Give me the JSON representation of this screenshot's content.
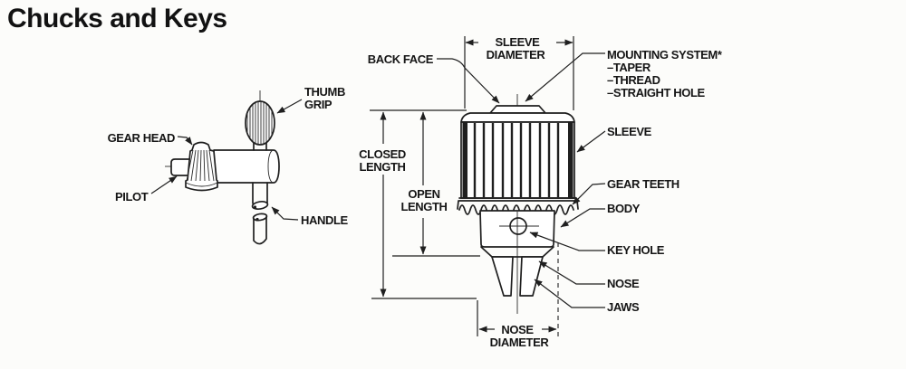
{
  "title": "Chucks and Keys",
  "colors": {
    "ink": "#1f1f1f",
    "background": "#fcfcfa"
  },
  "chuck_key": {
    "labels": {
      "thumb_grip_1": "THUMB",
      "thumb_grip_2": "GRIP",
      "gear_head": "GEAR HEAD",
      "pilot": "PILOT",
      "handle": "HANDLE"
    }
  },
  "chuck": {
    "labels": {
      "back_face": "BACK FACE",
      "sleeve_diameter_1": "SLEEVE",
      "sleeve_diameter_2": "DIAMETER",
      "mounting_system": "MOUNTING SYSTEM*",
      "mounting_options": [
        "–TAPER",
        "–THREAD",
        "–STRAIGHT HOLE"
      ],
      "sleeve": "SLEEVE",
      "closed_length_1": "CLOSED",
      "closed_length_2": "LENGTH",
      "open_length_1": "OPEN",
      "open_length_2": "LENGTH",
      "gear_teeth": "GEAR TEETH",
      "body": "BODY",
      "key_hole": "KEY HOLE",
      "nose": "NOSE",
      "jaws": "JAWS",
      "nose_diameter_1": "NOSE",
      "nose_diameter_2": "DIAMETER"
    }
  }
}
